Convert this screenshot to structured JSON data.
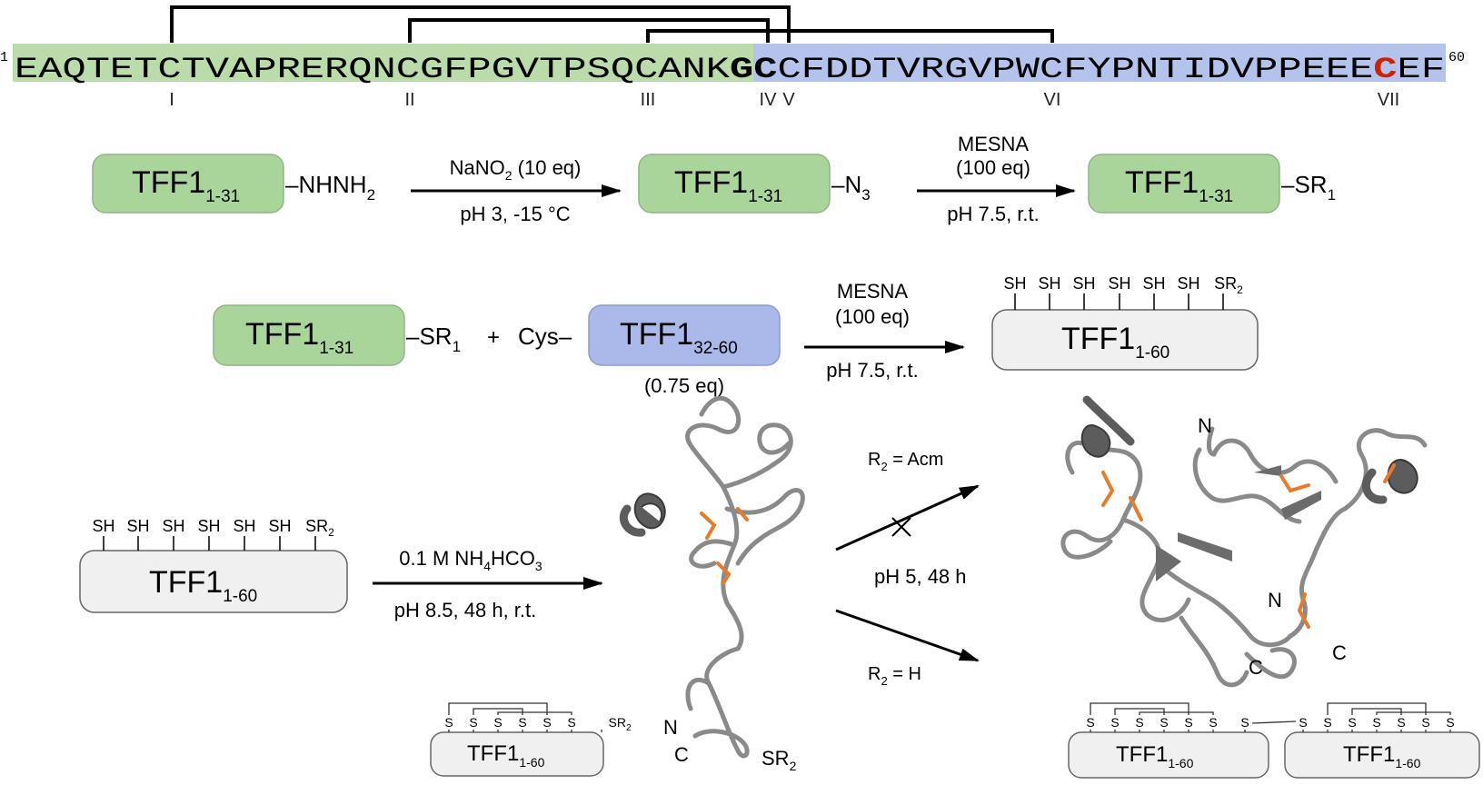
{
  "sequence": {
    "start_number": "1",
    "end_number": "60",
    "segment1": "EAQTETCTVAPRERQNCGFPGVTPSQCANK",
    "junction": "GC",
    "segment2": "CFDDTVRGVPWCFYPNTIDVPPEEE",
    "mutated_residue": "C",
    "end_tail": "EF",
    "cysteine_labels": [
      "I",
      "II",
      "III",
      "IV",
      "V",
      "VI",
      "VII"
    ],
    "colors": {
      "segment1_bg": "#b9dcaa",
      "segment2_bg": "#b4c3ec",
      "mutation": "#cc2200"
    }
  },
  "row1": {
    "box1": {
      "name": "TFF1",
      "sub": "1-31"
    },
    "hydrazide": {
      "main": "–NHNH",
      "sub": "2"
    },
    "arrow1": {
      "top_main": "NaNO",
      "top_sub": "2",
      "top_rest": " (10 eq)",
      "bottom": "pH 3, -15 °C"
    },
    "box2": {
      "name": "TFF1",
      "sub": "1-31"
    },
    "azide": {
      "main": "–N",
      "sub": "3"
    },
    "arrow2": {
      "top_line1": "MESNA",
      "top_line2": "(100 eq)",
      "bottom": "pH 7.5, r.t."
    },
    "box3": {
      "name": "TFF1",
      "sub": "1-31"
    },
    "thioester": {
      "main": "–SR",
      "sub": "1"
    }
  },
  "row2": {
    "box1": {
      "name": "TFF1",
      "sub": "1-31"
    },
    "thioester": {
      "main": "–SR",
      "sub": "1"
    },
    "plus": "+",
    "cys": "Cys–",
    "box2": {
      "name": "TFF1",
      "sub": "32-60"
    },
    "equiv": "(0.75 eq)",
    "arrow": {
      "top_line1": "MESNA",
      "top_line2": "(100 eq)",
      "bottom": "pH 7.5, r.t."
    },
    "product": {
      "name": "TFF1",
      "sub": "1-60",
      "sh_labels": [
        "SH",
        "SH",
        "SH",
        "SH",
        "SH",
        "SH"
      ],
      "sr_main": "SR",
      "sr_sub": "2"
    }
  },
  "row3": {
    "reduced": {
      "name": "TFF1",
      "sub": "1-60",
      "sh_labels": [
        "SH",
        "SH",
        "SH",
        "SH",
        "SH",
        "SH"
      ],
      "sr_main": "SR",
      "sr_sub": "2"
    },
    "arrow": {
      "top_main": "0.1 M NH",
      "top_sub": "4",
      "top_rest": "HCO",
      "top_sub2": "3",
      "bottom": "pH 8.5, 48 h, r.t."
    },
    "folded_labels": {
      "n": "N",
      "c": "C",
      "sr_main": "SR",
      "sr_sub": "2"
    },
    "folded_schematic": {
      "name": "TFF1",
      "sub": "1-60",
      "s_label": "S",
      "sr_main": "SR",
      "sr_sub": "2"
    },
    "branch_up": {
      "label_main": "R",
      "label_sub": "2",
      "label_rest": " = Acm",
      "condition": "pH 5, 48 h"
    },
    "branch_down": {
      "label_main": "R",
      "label_sub": "2",
      "label_rest": " = H"
    },
    "dimer_labels": {
      "n1": "N",
      "n2": "N",
      "c1": "C",
      "c2": "C"
    },
    "dimer_schematic": {
      "name": "TFF1",
      "sub": "1-60",
      "s_label": "S"
    }
  },
  "colors": {
    "green_box": "#a9d49a",
    "blue_box": "#aab9ea",
    "grey_box": "#f0f0f0",
    "ribbon": "#888888",
    "helix": "#5c5c5c",
    "disulfide": "#e87a2a"
  }
}
